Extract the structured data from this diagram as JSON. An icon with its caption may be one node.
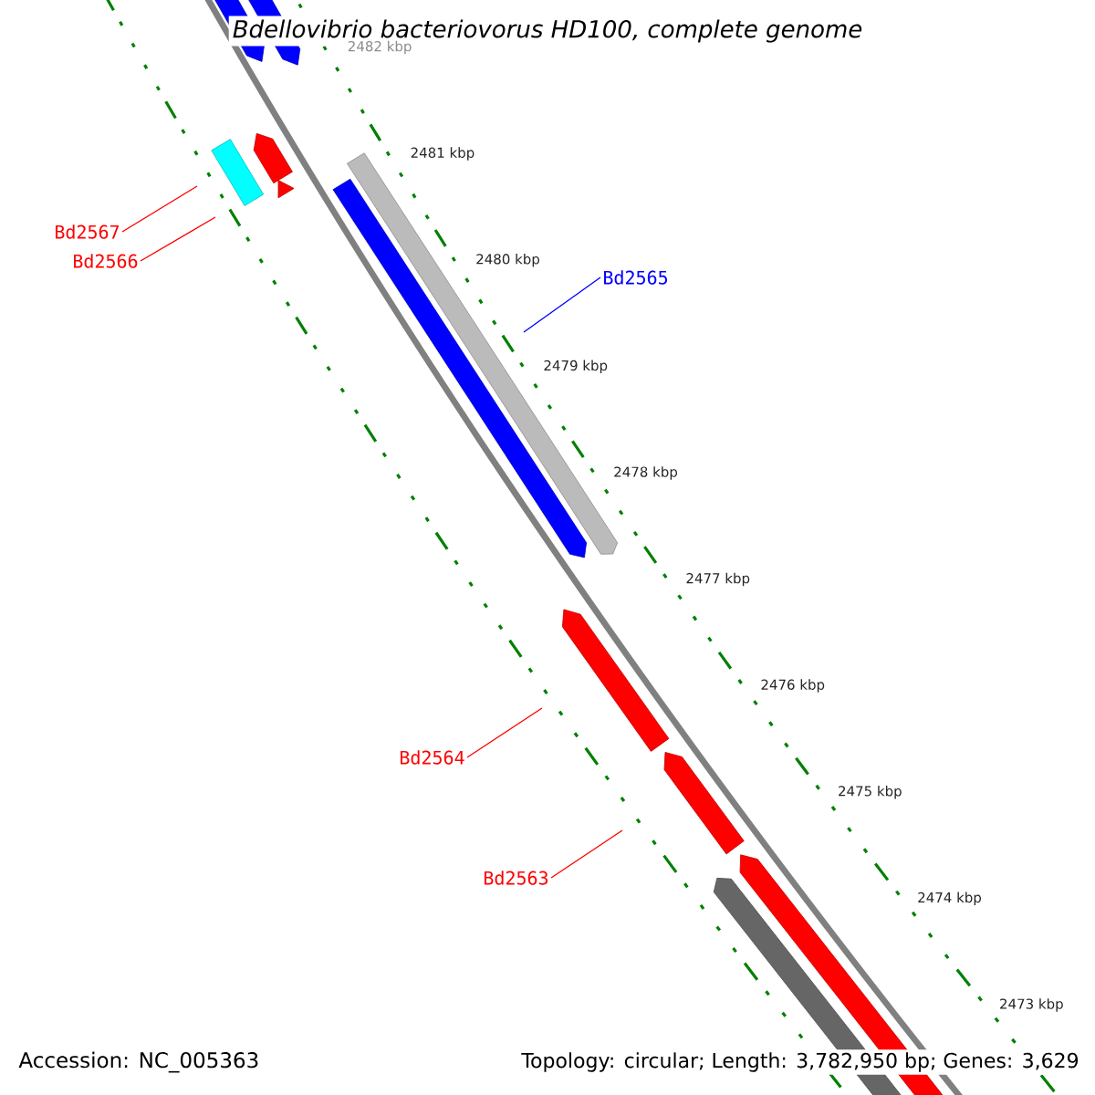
{
  "diagram": {
    "title": "Bdellovibrio bacteriovorus HD100, complete genome",
    "nodes": [
      {
        "text": [
          "Bd2567"
        ]
      },
      {
        "text": [
          "Bd2566"
        ]
      },
      {
        "text": [
          "Bd2565"
        ]
      },
      {
        "text": [
          "Bd2564"
        ]
      },
      {
        "text": [
          "Bd2563"
        ]
      }
    ],
    "edges": [
      {
        "from": 0,
        "to": null,
        "arrow": "none"
      },
      {
        "from": 1,
        "to": null,
        "arrow": "none"
      },
      {
        "from": 2,
        "to": null,
        "arrow": "none",
        "color": "#0000ff"
      },
      {
        "from": 3,
        "to": null,
        "arrow": "none"
      },
      {
        "from": 4,
        "to": null,
        "arrow": "none"
      }
    ],
    "labels": [
      "2482 kbp",
      "2481 kbp",
      "2480 kbp",
      "2479 kbp",
      "2478 kbp",
      "2477 kbp",
      "2476 kbp",
      "2475 kbp",
      "2474 kbp",
      "2473 kbp",
      "Accession: NC_005363",
      "Topology: circular; Length: 3,782,950 bp; Genes: 3,629"
    ]
  }
}
